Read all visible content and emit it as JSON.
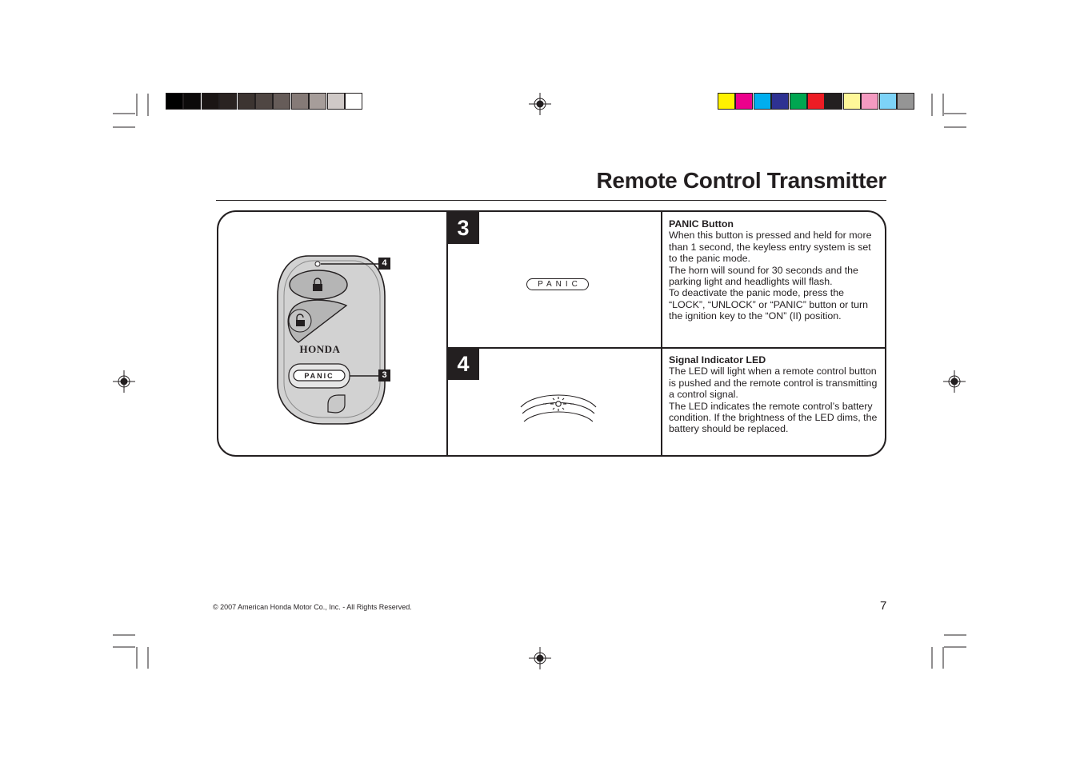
{
  "page": {
    "title": "Remote Control Transmitter",
    "page_number": "7",
    "copyright": "© 2007 American Honda Motor Co., Inc. - All Rights Reserved."
  },
  "color_bar_left": [
    "#000000",
    "#0c0a0a",
    "#1a1514",
    "#2a2321",
    "#3c3431",
    "#4f4643",
    "#665c59",
    "#857a77",
    "#a69d9a",
    "#cfc9c7",
    "#ffffff"
  ],
  "color_bar_right": [
    "#fff200",
    "#ec008c",
    "#00aeef",
    "#2e3192",
    "#00a651",
    "#ed1c24",
    "#231f20",
    "#fff799",
    "#f49ac1",
    "#7dd3f7",
    "#959595"
  ],
  "remote": {
    "brand": "HONDA",
    "panic_button_label": "PANIC",
    "callout_led": "4",
    "callout_panic": "3"
  },
  "items": [
    {
      "number": "3",
      "illustration_label": "PANIC",
      "heading": "PANIC Button",
      "paragraphs": [
        "When this button is pressed and held for more than 1 second, the keyless entry system is set to the panic mode.",
        "The horn will sound for 30 seconds and the parking light and headlights will flash.",
        "To deactivate the panic mode, press the “LOCK”, “UNLOCK” or “PANIC” button or turn the ignition key to the “ON” (II) position."
      ]
    },
    {
      "number": "4",
      "heading": "Signal Indicator LED",
      "paragraphs": [
        "The LED will light when a remote control button is pushed and the remote control is transmitting a control signal.",
        "The LED indicates the remote control’s battery condition. If the brightness of the LED dims, the battery should be replaced."
      ]
    }
  ]
}
